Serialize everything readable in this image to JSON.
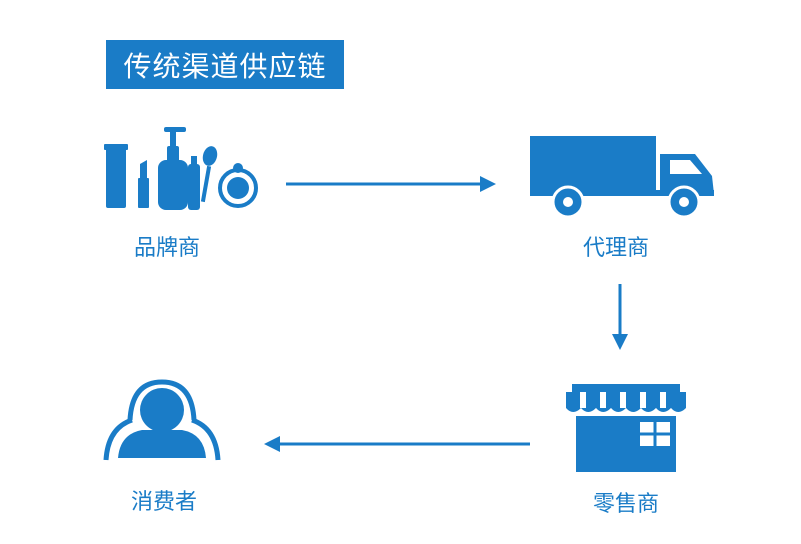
{
  "title": "传统渠道供应链",
  "nodes": {
    "brand": {
      "label": "品牌商",
      "icon": "cosmetics-icon"
    },
    "agent": {
      "label": "代理商",
      "icon": "truck-icon"
    },
    "retailer": {
      "label": "零售商",
      "icon": "store-icon"
    },
    "consumer": {
      "label": "消费者",
      "icon": "person-icon"
    }
  },
  "colors": {
    "accent": "#1a7cc7",
    "background": "#ffffff"
  }
}
